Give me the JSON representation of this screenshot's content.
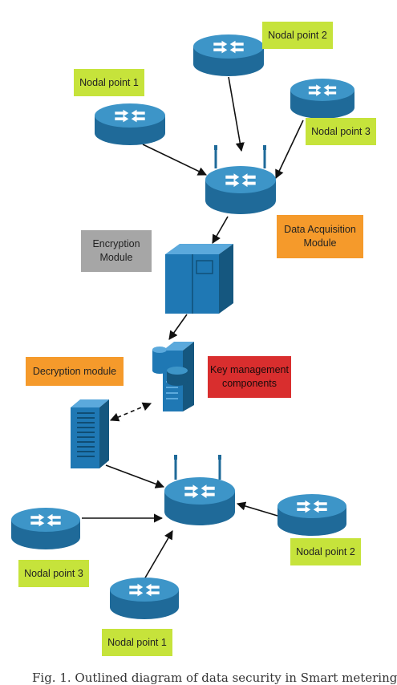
{
  "labels": {
    "top_nodal_2": "Nodal point 2",
    "top_nodal_1": "Nodal point 1",
    "top_nodal_3": "Nodal point 3",
    "data_acquisition": "Data Acquisition\nModule",
    "encryption": "Encryption\nModule",
    "decryption": "Decryption module",
    "key_management": "Key management\ncomponents",
    "bottom_nodal_2": "Nodal point 2",
    "bottom_nodal_3": "Nodal point 3",
    "bottom_nodal_1": "Nodal point 1"
  },
  "caption": "Fig. 1. Outlined diagram of data security in Smart metering",
  "colors": {
    "router_top": "#3d95c8",
    "router_side": "#1f6a99",
    "device": "#1f78b4",
    "label_green": "#c6e33b",
    "label_orange": "#f59a2b",
    "label_grey": "#a6a6a6",
    "label_red": "#d92e2e"
  }
}
